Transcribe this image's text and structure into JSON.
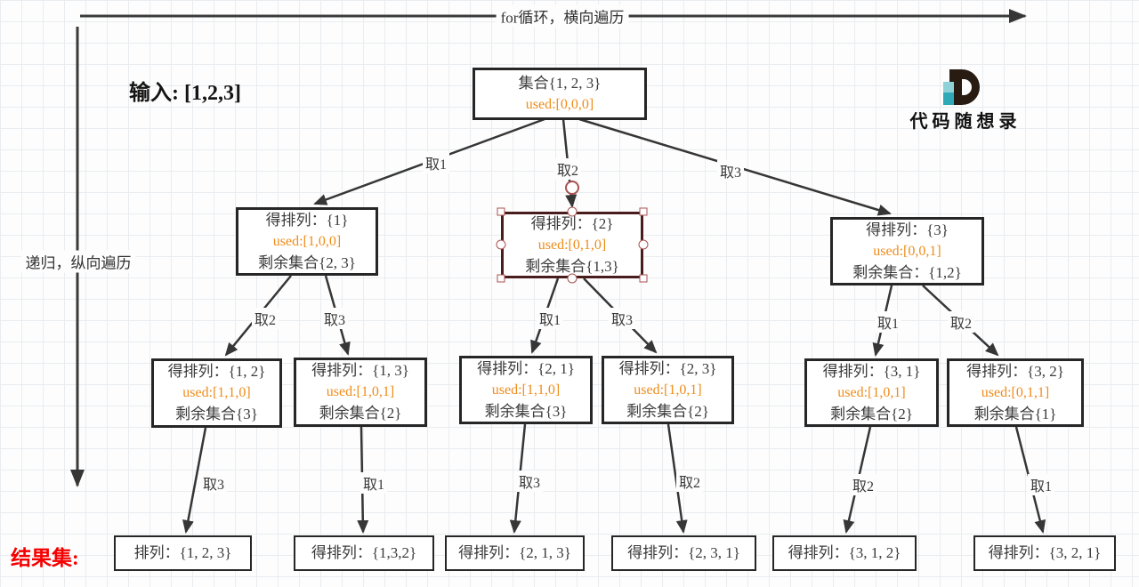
{
  "axes": {
    "top_arrow_label": "for循环，横向遍历",
    "left_arrow_label": "递归，纵向遍历"
  },
  "input_label": "输入: [1,2,3]",
  "result_set_label": "结果集:",
  "logo": {
    "mark": "letter-D",
    "text": "代码随想录"
  },
  "root": {
    "set": "集合{1, 2, 3}",
    "used": "used:[0,0,0]"
  },
  "level2": [
    {
      "perm": "得排列：{1}",
      "used": "used:[1,0,0]",
      "rest": "剩余集合{2, 3}",
      "selected": false
    },
    {
      "perm": "得排列：{2}",
      "used": "used:[0,1,0]",
      "rest": "剩余集合{1,3}",
      "selected": true
    },
    {
      "perm": "得排列：{3}",
      "used": "used:[0,0,1]",
      "rest": "剩余集合：{1,2}",
      "selected": false
    }
  ],
  "level3": [
    {
      "perm": "得排列：{1, 2}",
      "used": "used:[1,1,0]",
      "rest": "剩余集合{3}"
    },
    {
      "perm": "得排列：{1, 3}",
      "used": "used:[1,0,1]",
      "rest": "剩余集合{2}"
    },
    {
      "perm": "得排列：{2, 1}",
      "used": "used:[1,1,0]",
      "rest": "剩余集合{3}"
    },
    {
      "perm": "得排列：{2, 3}",
      "used": "used:[1,0,1]",
      "rest": "剩余集合{2}"
    },
    {
      "perm": "得排列：{3, 1}",
      "used": "used:[1,0,1]",
      "rest": "剩余集合{2}"
    },
    {
      "perm": "得排列：{3, 2}",
      "used": "used:[0,1,1]",
      "rest": "剩余集合{1}"
    }
  ],
  "leaves": [
    "排列：{1, 2, 3}",
    "得排列：{1,3,2}",
    "得排列：{2, 1, 3}",
    "得排列：{2, 3, 1}",
    "得排列：{3, 1, 2}",
    "得排列：{3, 2, 1}"
  ],
  "edge_labels": {
    "l1": [
      "取1",
      "取2",
      "取3"
    ],
    "l2": [
      "取2",
      "取3",
      "取1",
      "取3",
      "取1",
      "取2"
    ],
    "l3": [
      "取3",
      "取1",
      "取3",
      "取2",
      "取2",
      "取1"
    ]
  },
  "colors": {
    "used_orange": "#ef8c1a",
    "selection_red": "#a85151",
    "result_red": "#f50000",
    "edge_dark": "#363636",
    "logo_teal": "#2fa9b8"
  }
}
